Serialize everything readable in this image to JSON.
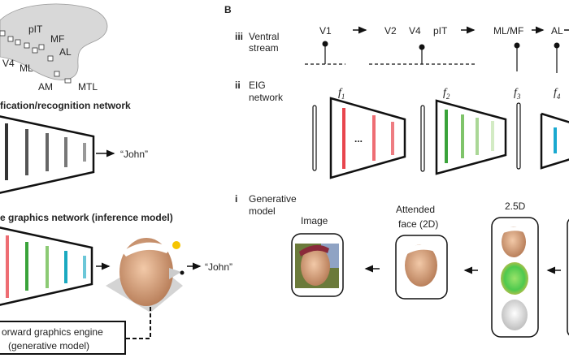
{
  "panel_a": {
    "brain_labels": [
      "pIT",
      "MF",
      "V4",
      "ML",
      "AL",
      "AM",
      "MTL"
    ],
    "recognition_title": "fication/recognition network",
    "recognition_output": "“John”",
    "eig_title": "e graphics network (inference model)",
    "eig_output": "“John”",
    "engine_line1": "orward graphics engine",
    "engine_line2": "(generative model)"
  },
  "panel_b": {
    "label": "B",
    "iii": {
      "numeral": "iii",
      "line1": "Ventral",
      "line2": "stream",
      "areas": [
        "V1",
        "V2",
        "V4",
        "pIT",
        "ML/MF",
        "AL"
      ]
    },
    "ii": {
      "numeral": "ii",
      "line1": "EIG",
      "line2": "network",
      "stages": [
        "f",
        "f",
        "f",
        "f"
      ],
      "subscripts": [
        "1",
        "2",
        "3",
        "4"
      ],
      "ellipsis": "..."
    },
    "i": {
      "numeral": "i",
      "line1": "Generative",
      "line2": "model",
      "image_label": "Image",
      "attended_line1": "Attended",
      "attended_line2": "face (2D)",
      "twohalf_label": "2.5D"
    }
  },
  "colors": {
    "red": "#e8454d",
    "green": "#3aa33a",
    "light_green": "#9ccf84",
    "teal": "#1aa9d0",
    "gray_bar": "#555555",
    "brain": "#d8d8d8",
    "sun": "#f5c400"
  }
}
